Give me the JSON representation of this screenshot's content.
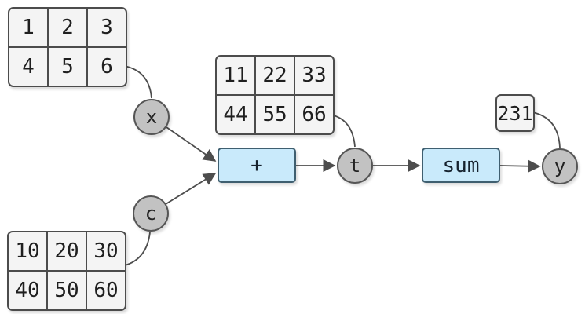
{
  "diagram": {
    "description": "computational graph: (x + c) -> t -> sum -> y"
  },
  "nodes": {
    "matrix_x": {
      "rows": [
        [
          "1",
          "2",
          "3"
        ],
        [
          "4",
          "5",
          "6"
        ]
      ]
    },
    "matrix_c": {
      "rows": [
        [
          "10",
          "20",
          "30"
        ],
        [
          "40",
          "50",
          "60"
        ]
      ]
    },
    "matrix_t": {
      "rows": [
        [
          "11",
          "22",
          "33"
        ],
        [
          "44",
          "55",
          "66"
        ]
      ]
    },
    "scalar_y": {
      "value": "231"
    },
    "var_x": {
      "label": "x"
    },
    "var_c": {
      "label": "c"
    },
    "var_t": {
      "label": "t"
    },
    "var_y": {
      "label": "y"
    },
    "op_add": {
      "label": "+"
    },
    "op_sum": {
      "label": "sum"
    }
  },
  "colors": {
    "cell_fill": "#f4f4f4",
    "cell_border": "#4c4c4c",
    "node_fill": "#c2c2c2",
    "node_border": "#555555",
    "op_fill": "#c9eafb",
    "op_border": "#3f5f70",
    "edge": "#4d4d4d",
    "text": "#1f1f1f"
  }
}
